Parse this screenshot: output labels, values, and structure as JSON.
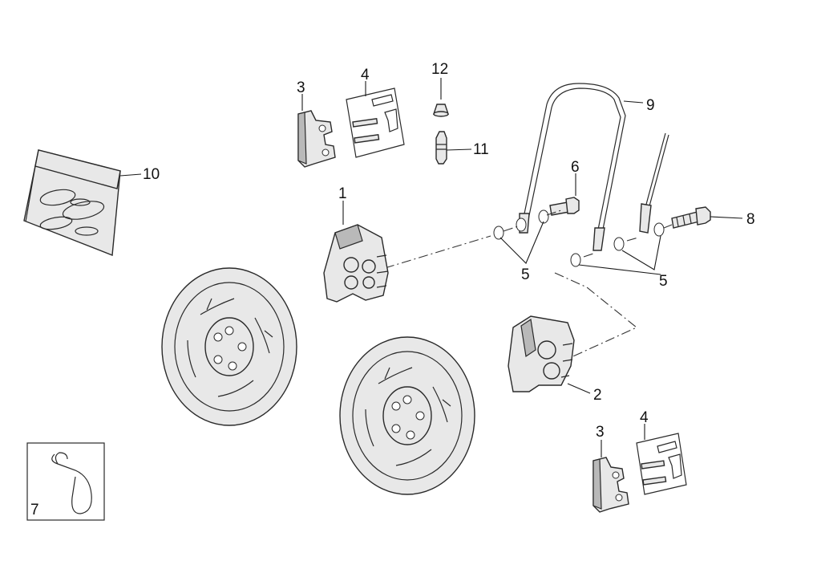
{
  "labels": {
    "l1": "1",
    "l2": "2",
    "l3a": "3",
    "l3b": "3",
    "l4a": "4",
    "l4b": "4",
    "l5a": "5",
    "l5b": "5",
    "l6": "6",
    "l7": "7",
    "l8": "8",
    "l9": "9",
    "l10": "10",
    "l11": "11",
    "l12": "12"
  }
}
